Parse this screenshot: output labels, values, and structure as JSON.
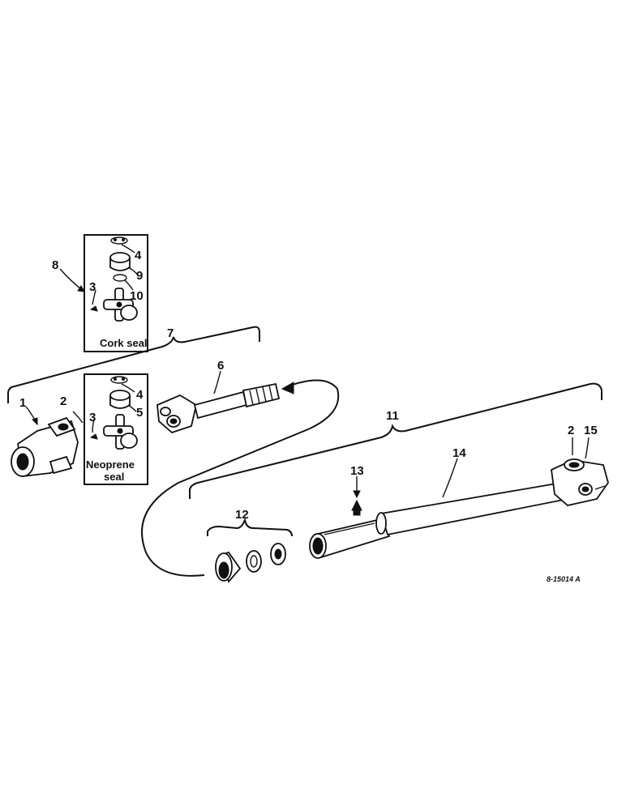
{
  "callouts": {
    "c1": "1",
    "c2": "2",
    "c3": "3",
    "c4": "4",
    "c5": "5",
    "c6": "6",
    "c7": "7",
    "c8": "8",
    "c9": "9",
    "c10": "10",
    "c11": "11",
    "c12": "12",
    "c13": "13",
    "c14": "14",
    "c15": "15"
  },
  "boxes": {
    "cork_seal": "Cork seal",
    "neoprene_seal_line1": "Neoprene",
    "neoprene_seal_line2": "seal"
  },
  "drawing_code": "8-15014 A"
}
